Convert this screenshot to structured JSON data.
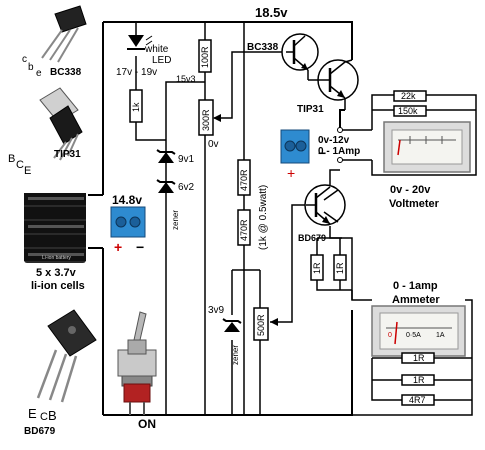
{
  "supply_voltage": "18.5v",
  "components": {
    "bc338_top": "BC338",
    "tip31": "TIP31",
    "bd679": "BD679",
    "white_led": "white",
    "led_word": "LED",
    "led_voltage": "17v - 19v",
    "r_1k": "1k",
    "r_100r": "100R",
    "pot_300r": "300R",
    "v_15v3": "15v3",
    "v_0v": "0v",
    "z_9v1": "9v1",
    "z_6v2": "6v2",
    "zener_a": "zener",
    "zener_b": "zener",
    "r_470r_a": "470R",
    "r_470r_b": "470R",
    "r_1k_note": "(1k @ 0.5watt)",
    "z_3v9": "3v9",
    "pot_500r": "500R",
    "r_22k": "22k",
    "r_150k": "150k",
    "r_1r_a": "1R",
    "r_1r_b": "1R",
    "r_1r_c": "1R",
    "r_1r_d": "1R",
    "r_4r7": "4R7"
  },
  "output": {
    "range_v": "0v-12v",
    "range_a": "0 - 1Amp",
    "plus": "+",
    "minus": "−"
  },
  "battery": {
    "voltage": "14.8v",
    "plus": "+",
    "minus": "−",
    "desc_1": "5 x 3.7v",
    "desc_2": "li-ion cells",
    "cell_label": "Li-ion battery"
  },
  "voltmeter": {
    "range": "0v - 20v",
    "title": "Voltmeter"
  },
  "ammeter": {
    "range": "0 - 1amp",
    "title": "Ammeter",
    "scale_0": "0",
    "scale_mid": "0·5A",
    "scale_max": "1A"
  },
  "switch_label": "ON",
  "parts_legend": {
    "bc338": "BC338",
    "bc338_pins": [
      "c",
      "b",
      "e"
    ],
    "tip31": "TIP31",
    "tip31_pins": [
      "B",
      "C",
      "E"
    ],
    "bd679": "BD679",
    "bd679_pins": [
      "E",
      "C",
      "B"
    ]
  }
}
